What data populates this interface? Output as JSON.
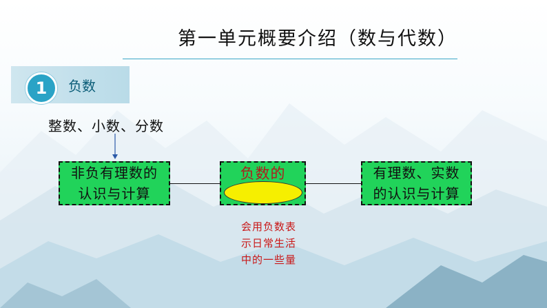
{
  "title": "第一单元概要介绍（数与代数）",
  "section": {
    "number": "1",
    "label": "负数"
  },
  "prior_knowledge": "整数、小数、分数",
  "boxes": {
    "left": [
      "非负有理数的",
      "认识与计算"
    ],
    "middle": "负数的",
    "right": [
      "有理数、实数",
      "的认识与计算"
    ]
  },
  "goal": [
    "会用负数表",
    "示日常生活",
    "中的一些量"
  ],
  "colors": {
    "box_fill": "#21d35a",
    "blank_oval": "#f6ef00",
    "accent": "#2aa3c6",
    "goal_text": "#c91818"
  }
}
